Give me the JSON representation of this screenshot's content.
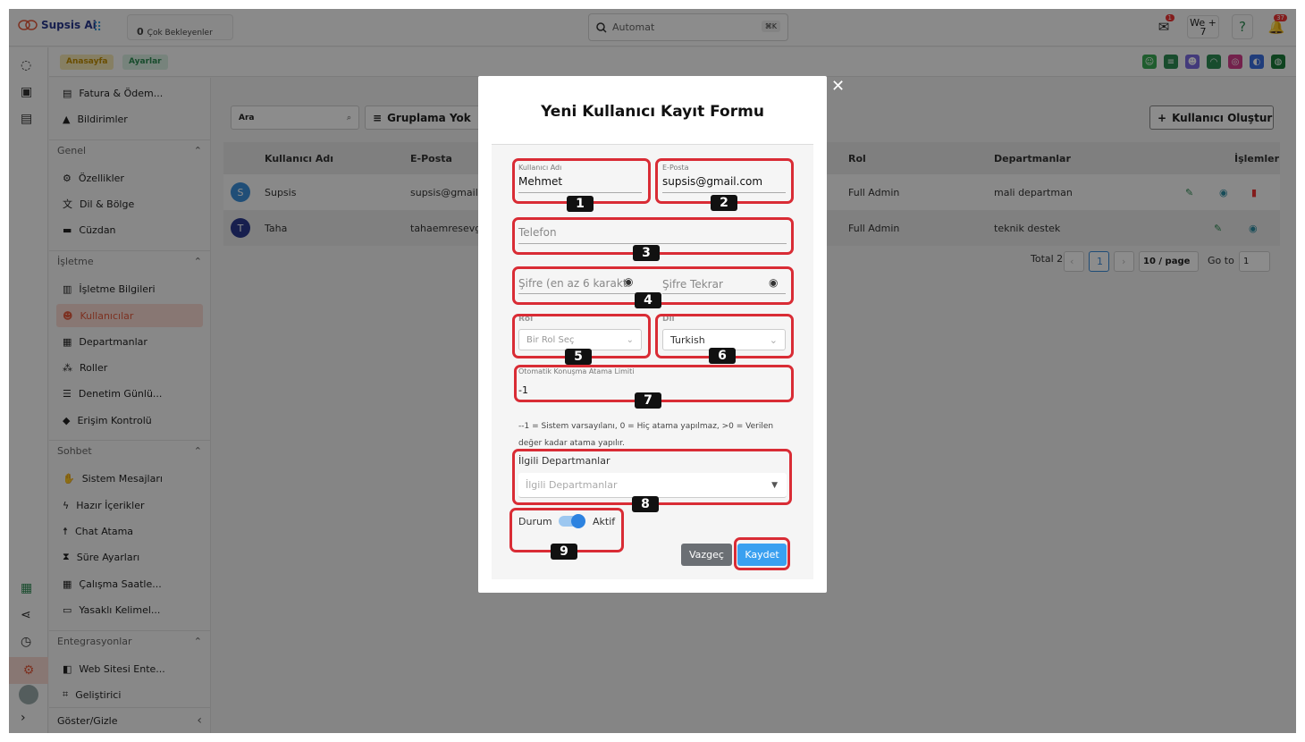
{
  "app": {
    "name": "Supsis Ai",
    "pending_count": "0",
    "pending_label": "Çok Bekleyenler"
  },
  "search": {
    "value": "Automat",
    "shortcut": "⌘K"
  },
  "topbar": {
    "mail_badge": "1",
    "we_label": "We",
    "we_count": "7",
    "help": "?",
    "notif_badge": "37"
  },
  "breadcrumb": {
    "home": "Anasayfa",
    "settings": "Ayarlar"
  },
  "sidebar": {
    "top_items": [
      "Fatura & Ödem...",
      "Bildirimler"
    ],
    "genel": {
      "title": "Genel",
      "items": [
        "Özellikler",
        "Dil & Bölge",
        "Cüzdan"
      ]
    },
    "isletme": {
      "title": "İşletme",
      "items": [
        "İşletme Bilgileri",
        "Kullanıcılar",
        "Departmanlar",
        "Roller",
        "Denetim Günlü...",
        "Erişim Kontrolü"
      ]
    },
    "sohbet": {
      "title": "Sohbet",
      "items": [
        "Sistem Mesajları",
        "Hazır İçerikler",
        "Chat Atama",
        "Süre Ayarları",
        "Çalışma Saatle...",
        "Yasaklı Kelimel..."
      ]
    },
    "entegrasyonlar": {
      "title": "Entegrasyonlar",
      "items": [
        "Web Sitesi Ente...",
        "Geliştirici"
      ]
    },
    "toggle": "Göster/Gizle"
  },
  "toolbar": {
    "search_placeholder": "Ara",
    "group_label": "Gruplama Yok",
    "create_label": "Kullanıcı Oluştur"
  },
  "table": {
    "headers": [
      "Kullanıcı Adı",
      "E-Posta",
      "Rol",
      "Departmanlar",
      "İşlemler"
    ],
    "rows": [
      {
        "initial": "S",
        "name": "Supsis",
        "email": "supsis@gmail.",
        "role": "Full Admin",
        "dept": "mali departman",
        "avatar_color": "#3b8fd9"
      },
      {
        "initial": "T",
        "name": "Taha",
        "email": "tahaemresevg",
        "role": "Full Admin",
        "dept": "teknik destek",
        "avatar_color": "#2a3a8f"
      }
    ]
  },
  "pagination": {
    "total": "Total 2",
    "page": "1",
    "per_page": "10 / page",
    "goto_label": "Go to",
    "goto_value": "1"
  },
  "modal": {
    "title": "Yeni Kullanıcı Kayıt Formu",
    "username_label": "Kullanıcı Adı",
    "username_value": "Mehmet",
    "email_label": "E-Posta",
    "email_value": "supsis@gmail.com",
    "phone_placeholder": "Telefon",
    "password_placeholder": "Şifre (en az 6 karakt",
    "password_repeat_placeholder": "Şifre Tekrar",
    "role_label": "Rol",
    "role_placeholder": "Bir Rol Seç",
    "lang_label": "Dil",
    "lang_value": "Turkish",
    "limit_label": "Otomatik Konuşma Atama Limiti",
    "limit_value": "-1",
    "limit_help_1": "--1 = Sistem varsayılanı, 0 = Hiç atama yapılmaz, >0 = Verilen",
    "limit_help_2": "değer kadar atama yapılır.",
    "dept_label": "İlgili Departmanlar",
    "dept_placeholder": "İlgili Departmanlar",
    "status_label": "Durum",
    "status_value": "Aktif",
    "status_on": true,
    "cancel": "Vazgeç",
    "save": "Kaydet"
  },
  "markers": [
    "1",
    "2",
    "3",
    "4",
    "5",
    "6",
    "7",
    "8",
    "9"
  ],
  "colors": {
    "accent": "#3aa0f0",
    "annotation": "#d92c35",
    "active_item": "#e35a3c"
  }
}
